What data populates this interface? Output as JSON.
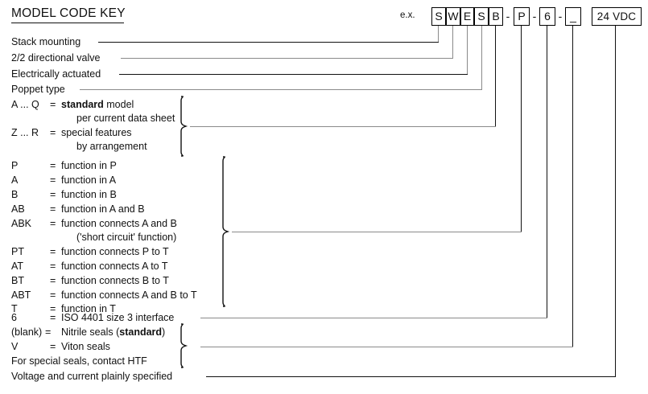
{
  "title": "MODEL CODE KEY",
  "example_label": "e.x.",
  "code_boxes": [
    {
      "name": "stack-mounting-code",
      "value": "S"
    },
    {
      "name": "directional-valve-code",
      "value": "W"
    },
    {
      "name": "electrically-actuated-code",
      "value": "E"
    },
    {
      "name": "poppet-type-code",
      "value": "S"
    },
    {
      "name": "model-variant-code",
      "value": "B"
    },
    {
      "name": "function-code",
      "value": "P"
    },
    {
      "name": "interface-size-code",
      "value": "6"
    },
    {
      "name": "seal-code",
      "value": "_"
    }
  ],
  "separator": "-",
  "voltage_box": {
    "name": "voltage-code",
    "value": "24 VDC"
  },
  "simple_rows": [
    {
      "label": "Stack mounting"
    },
    {
      "label": "2/2 directional valve"
    },
    {
      "label": "Electrically actuated"
    },
    {
      "label": "Poppet type"
    }
  ],
  "model_group": [
    {
      "code": "A ... Q",
      "eq": "=",
      "desc_pre": "",
      "desc_bold": "standard",
      "desc_post": " model"
    },
    {
      "code": "",
      "eq": "",
      "indent": "per current data sheet"
    },
    {
      "code": "Z ... R",
      "eq": "=",
      "desc_pre": "special features",
      "desc_bold": "",
      "desc_post": ""
    },
    {
      "code": "",
      "eq": "",
      "indent": "by arrangement"
    }
  ],
  "function_group": [
    {
      "code": "P",
      "eq": "=",
      "desc": "function in P"
    },
    {
      "code": "A",
      "eq": "=",
      "desc": "function in A"
    },
    {
      "code": "B",
      "eq": "=",
      "desc": "function in B"
    },
    {
      "code": "AB",
      "eq": "=",
      "desc": "function in A and B"
    },
    {
      "code": "ABK",
      "eq": "=",
      "desc": "function connects A and B"
    },
    {
      "code": "",
      "eq": "",
      "indent": "('short circuit' function)"
    },
    {
      "code": "PT",
      "eq": "=",
      "desc": "function connects P  to  T"
    },
    {
      "code": "AT",
      "eq": "=",
      "desc": "function connects A  to  T"
    },
    {
      "code": "BT",
      "eq": "=",
      "desc": "function connects B  to  T"
    },
    {
      "code": "ABT",
      "eq": "=",
      "desc": "function connects A and B  to  T"
    },
    {
      "code": "T",
      "eq": "=",
      "desc": "function in T"
    }
  ],
  "interface_row": {
    "code": "6",
    "eq": "=",
    "desc": "ISO 4401 size 3 interface"
  },
  "seals_group": [
    {
      "code": "(blank)",
      "eq": "=",
      "desc_pre": "Nitrile seals (",
      "desc_bold": "standard",
      "desc_post": ")"
    },
    {
      "code": "V",
      "eq": "=",
      "desc_pre": "Viton seals",
      "desc_bold": "",
      "desc_post": ""
    }
  ],
  "special_seals_note": "For special seals, contact HTF",
  "voltage_note": "Voltage and current plainly specified"
}
